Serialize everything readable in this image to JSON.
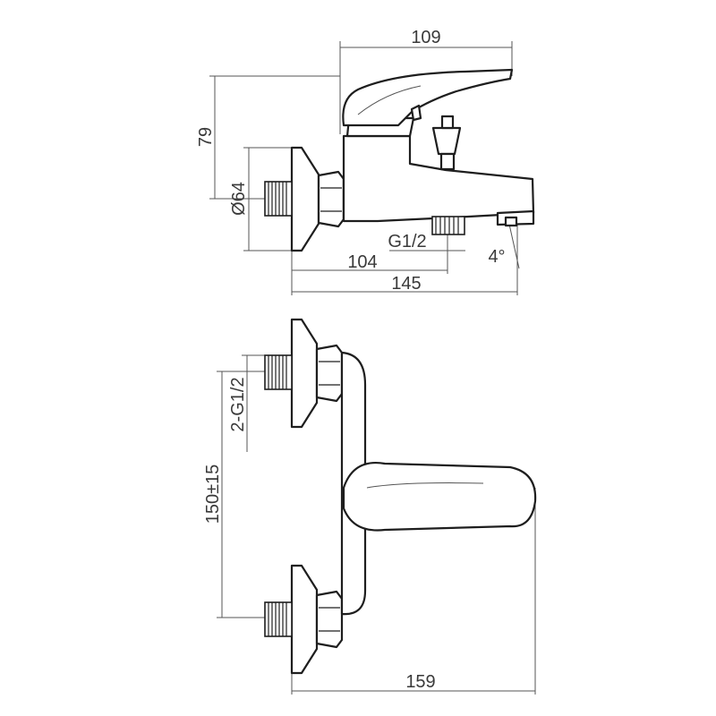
{
  "dimensions": {
    "top_width": "109",
    "height": "79",
    "diameter": "Ø64",
    "thread": "G1/2",
    "outlet_offset": "104",
    "spout_angle": "4°",
    "side_depth": "145",
    "inlet_thread": "2-G1/2",
    "centre_distance": "150±15",
    "front_depth": "159"
  }
}
